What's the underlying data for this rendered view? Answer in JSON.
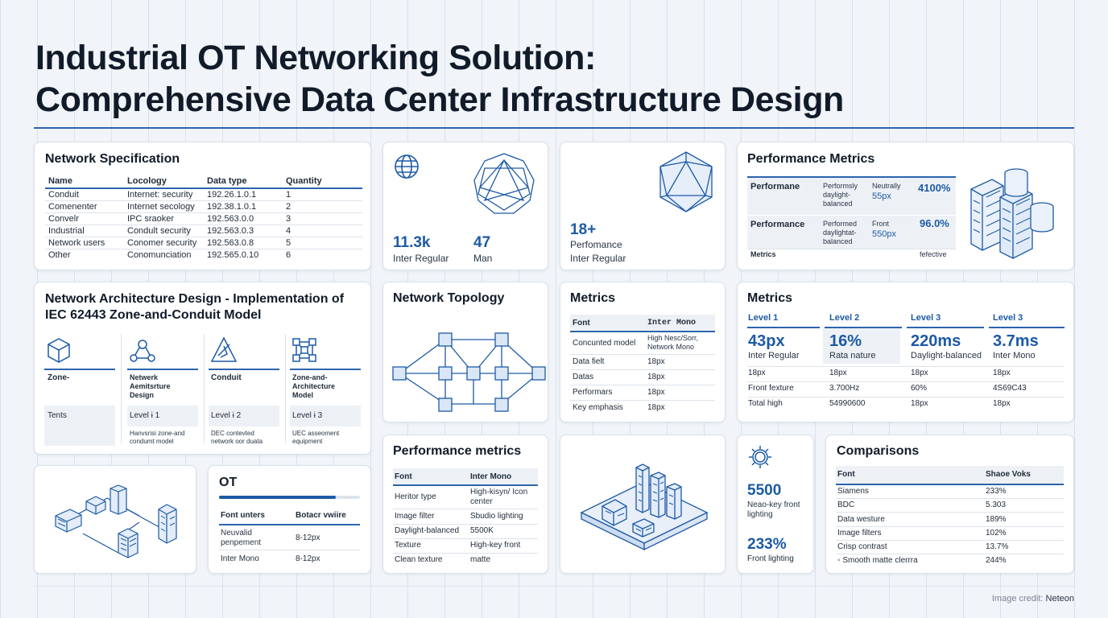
{
  "title_line1": "Industrial OT Networking Solution:",
  "title_line2": "Comprehensive Data Center Infrastructure Design",
  "net_spec": {
    "title": "Network Specification",
    "headers": [
      "Name",
      "Locology",
      "Data type",
      "Quantity"
    ],
    "rows": [
      [
        "Conduit",
        "Internet: security",
        "192.26.1.0.1",
        "1"
      ],
      [
        "Comenenter",
        "Internet secology",
        "192.38.1.0.1",
        "2"
      ],
      [
        "Convelr",
        "IPC sraoker",
        "192.563.0.0",
        "3"
      ],
      [
        "Industrial",
        "Condult security",
        "192.563.0.3",
        "4"
      ],
      [
        "Network users",
        "Conomer security",
        "192.563.0.8",
        "5"
      ],
      [
        "Other",
        "Conomunciation",
        "192.565.0.10",
        "6"
      ]
    ]
  },
  "stat1": {
    "v1": "11.3k",
    "l1": "Inter Regular",
    "v2": "47",
    "l2": "Man"
  },
  "stat2": {
    "v": "18+",
    "l1": "Perfomance",
    "l2": "Inter Regular"
  },
  "perf_top": {
    "title": "Performance Metrics",
    "r1": {
      "a": "Performane",
      "b": "Performsly daylight-balanced",
      "c": "Neutrally",
      "d": "55px",
      "e": "4100%"
    },
    "r2": {
      "a": "Performance",
      "b": "Performed dayllghtat-balanced",
      "c": "Front",
      "d": "550px",
      "e": "96.0%"
    },
    "r3": {
      "a": "Metrics",
      "e": "fefective"
    }
  },
  "arch": {
    "title_l1": "Network Architecture Design - Implementation of",
    "title_l2": "IEC 62443 Zone-and-Conduit Model",
    "cols": [
      {
        "name": "Zone-",
        "level": "Tents",
        "desc": ""
      },
      {
        "name": "Netwerk Aemitsrture Design",
        "level": "Level ɨ 1",
        "desc": "Hanvsrisi zone-and condumt model"
      },
      {
        "name": "Conduit",
        "level": "Level ɨ 2",
        "desc": "DEC contevted network oor duata"
      },
      {
        "name": "Zone-and-Architecture Model",
        "level": "Level ɨ 3",
        "desc": "UEC asseoment equipment"
      }
    ]
  },
  "topology": {
    "title": "Network Topology"
  },
  "metrics_small": {
    "title": "Metrics",
    "headers": [
      "Font",
      "Inter Mono"
    ],
    "rows": [
      [
        "Concunted model",
        "High Nesc/Sorr, Network Mono"
      ],
      [
        "Data fielt",
        "18px"
      ],
      [
        "Datas",
        "18px"
      ],
      [
        "Performars",
        "18px"
      ],
      [
        "Key emphasis",
        "18px"
      ]
    ]
  },
  "metrics_wide": {
    "title": "Metrics",
    "cols": [
      {
        "level": "Level 1",
        "value": "43px",
        "sub": "Inter Regular",
        "r1": "18px",
        "r2": "Front fexture",
        "r3": "Total high"
      },
      {
        "level": "Level 2",
        "value": "16%",
        "sub": "Rata nature",
        "r1": "18px",
        "r2": "3.700Hz",
        "r3": "54990600"
      },
      {
        "level": "Level 3",
        "value": "220ms",
        "sub": "Daylight-balanced",
        "r1": "18px",
        "r2": "60%",
        "r3": "18px"
      },
      {
        "level": "Level 3",
        "value": "3.7ms",
        "sub": "Inter Mono",
        "r1": "18px",
        "r2": "4S69C43",
        "r3": "18px"
      }
    ]
  },
  "ot": {
    "title": "OT",
    "progress": 0.83,
    "headers": [
      "Font unters",
      "Botacr vwiire"
    ],
    "rows": [
      [
        "Neuvalid penpement",
        "8-12px"
      ],
      [
        "Inter Mono",
        "8-12px"
      ]
    ]
  },
  "perf_bottom": {
    "title": "Performance metrics",
    "headers": [
      "Font",
      "Inter Mono"
    ],
    "rows": [
      [
        "Heritor type",
        "High-kisyn/ Icon center"
      ],
      [
        "Image filter",
        "Sbudio lighting"
      ],
      [
        "Daylight-balanced",
        "5500K"
      ],
      [
        "Texture",
        "High-key front"
      ],
      [
        "Clean texture",
        "matte"
      ]
    ]
  },
  "stat3": {
    "v1": "5500",
    "l1": "Neao-key front lighting",
    "v2": "233%",
    "l2": "Front lighting"
  },
  "comparisons": {
    "title": "Comparisons",
    "headers": [
      "Font",
      "Shaoe Voks"
    ],
    "rows": [
      [
        "Siamens",
        "233%"
      ],
      [
        "BDC",
        "5.303"
      ],
      [
        "Data westure",
        "189%"
      ],
      [
        "Image filters",
        "102%"
      ],
      [
        "Crisp contrast",
        "13.7%"
      ],
      [
        "◦ Smooth matte clerrra",
        "244%"
      ]
    ]
  },
  "credit_label": "Image credit:",
  "credit_name": "Neteon"
}
